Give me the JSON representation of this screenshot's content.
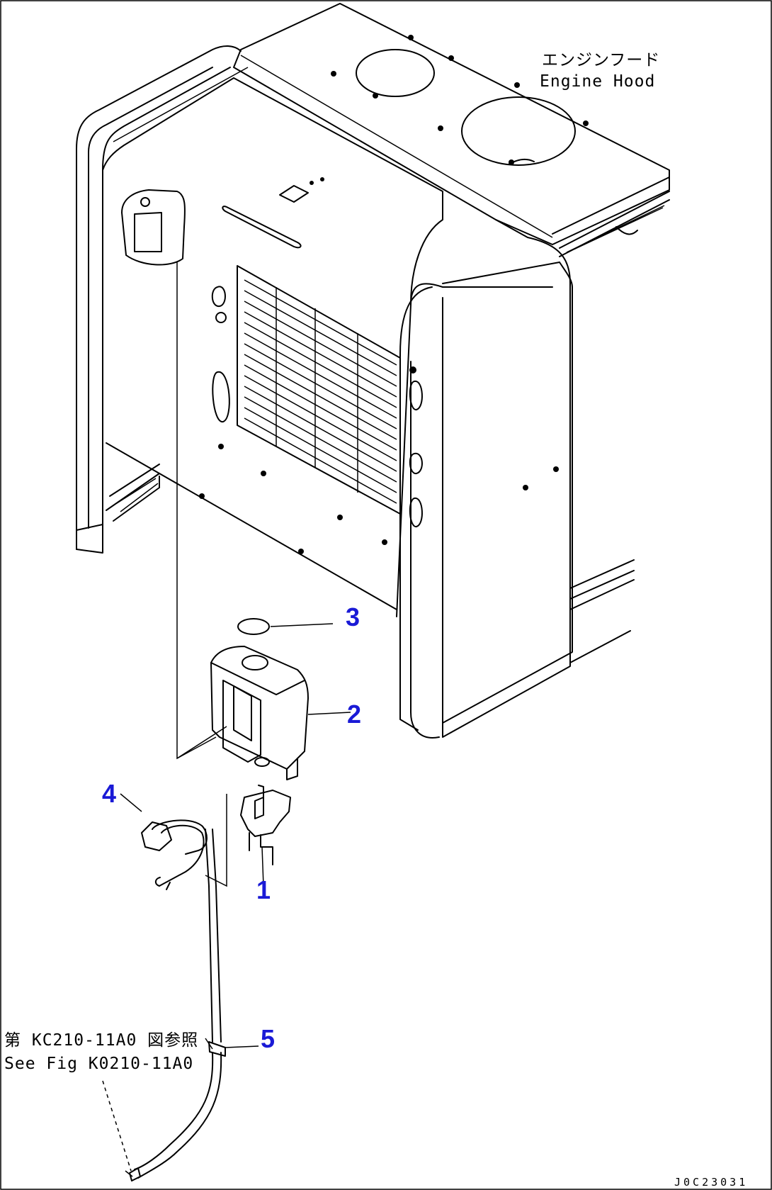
{
  "labels": {
    "hood_jp": "エンジンフード",
    "hood_en": "Engine Hood",
    "see_fig_jp": "第 KC210-11A0 図参照",
    "see_fig_en": "See Fig K0210-11A0",
    "drawing_code": "J0C23031"
  },
  "callouts": [
    "1",
    "2",
    "3",
    "4",
    "5"
  ]
}
